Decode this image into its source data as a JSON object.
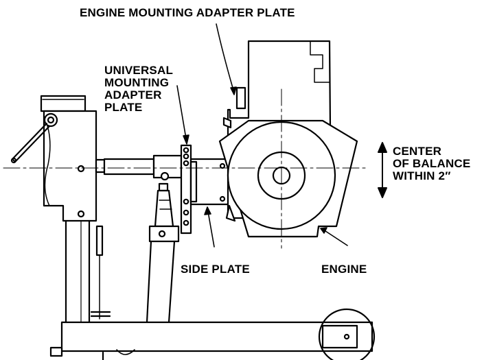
{
  "labels": {
    "engine_mounting_adapter_plate": "ENGINE MOUNTING ADAPTER PLATE",
    "universal_mounting_adapter_plate": [
      "UNIVERSAL",
      "MOUNTING",
      "ADAPTER",
      "PLATE"
    ],
    "center_of_balance": [
      "CENTER",
      "OF BALANCE",
      "WITHIN 2″"
    ],
    "side_plate": "SIDE PLATE",
    "engine": "ENGINE"
  },
  "colors": {
    "ink": "#000000",
    "paper": "#ffffff"
  }
}
